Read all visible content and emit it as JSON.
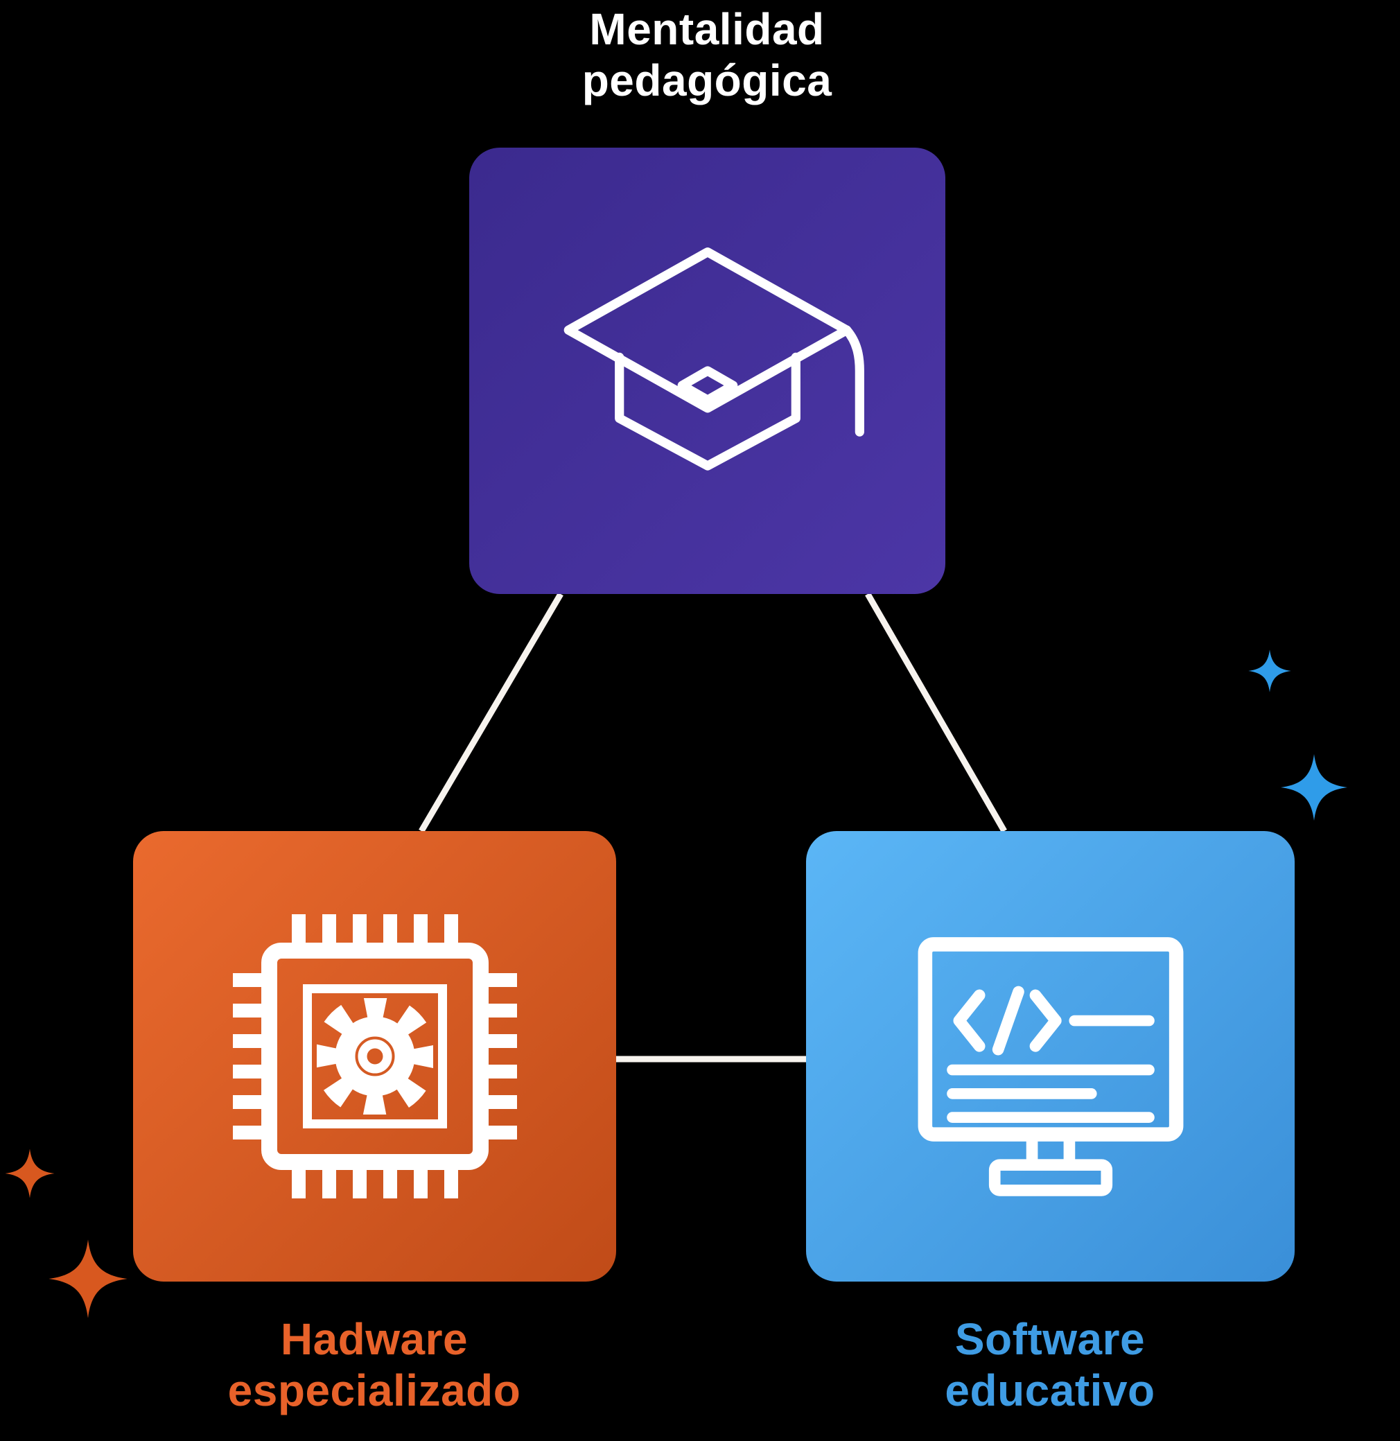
{
  "background_color": "#000000",
  "nodes": {
    "pedagogy": {
      "label_line1": "Mentalidad",
      "label_line2": "pedagógica",
      "label_color": "#ffffff",
      "icon": "graduation-cap-icon",
      "gradient_start": "#3b2a8e",
      "gradient_end": "#4c36a6"
    },
    "hardware": {
      "label_line1": "Hadware",
      "label_line2": "especializado",
      "label_color": "#e8622a",
      "icon": "cpu-chip-gear-icon",
      "gradient_start": "#ea6a2e",
      "gradient_end": "#c04b18"
    },
    "software": {
      "label_line1": "Software",
      "label_line2": "educativo",
      "label_color": "#3f9ce4",
      "icon": "code-monitor-icon",
      "gradient_start": "#5bb6f6",
      "gradient_end": "#3a8fd8"
    }
  },
  "connectors": {
    "color": "#f7f3ee"
  },
  "sparkles": {
    "blue": "#2f9ce9",
    "orange": "#d8581f"
  },
  "icon_color": "#ffffff"
}
